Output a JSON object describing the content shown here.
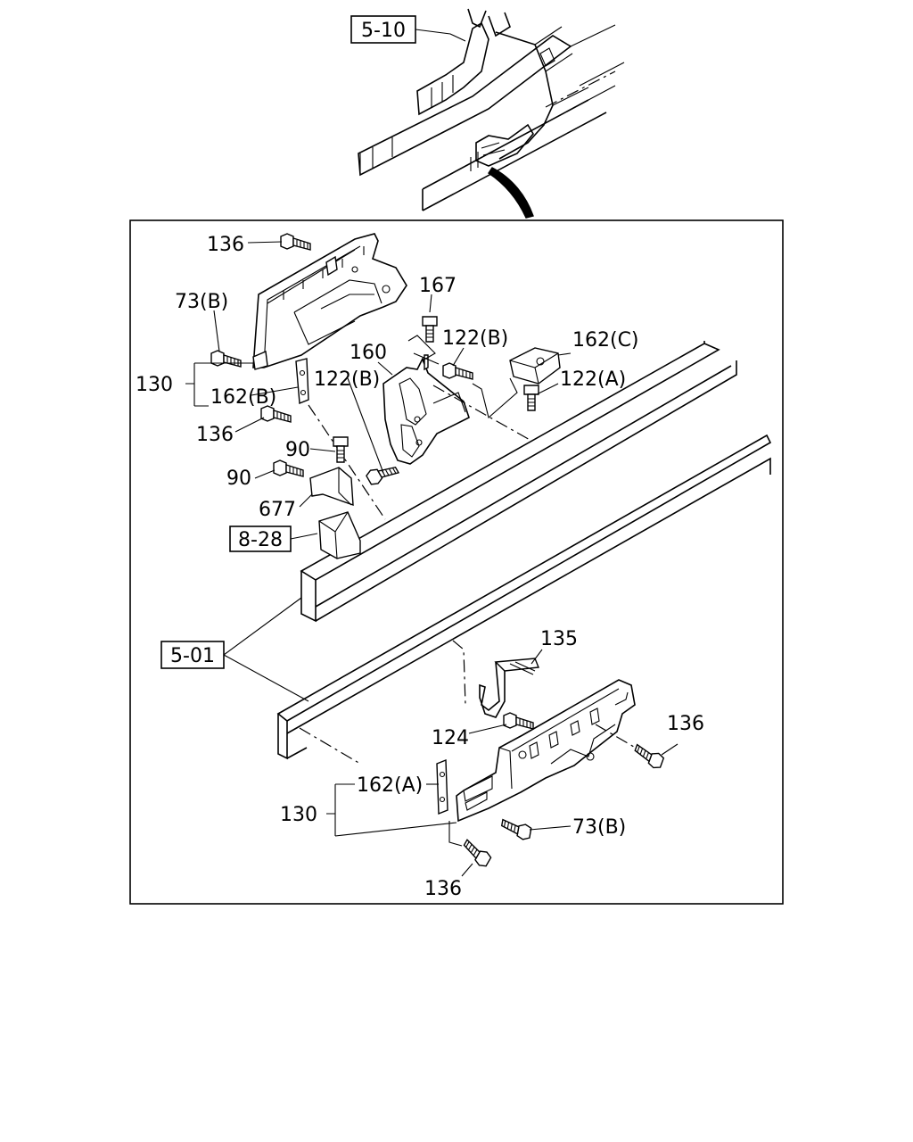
{
  "references": {
    "ref_5_10": "5-10",
    "ref_8_28": "8-28",
    "ref_5_01": "5-01"
  },
  "callouts": {
    "c136_top": "136",
    "c73b_left": "73(B)",
    "c130_left": "130",
    "c162b": "162(B)",
    "c136_mid": "136",
    "c90_top": "90",
    "c90_left": "90",
    "c677": "677",
    "c167": "167",
    "c160": "160",
    "c122b_left": "122(B)",
    "c122b_right": "122(B)",
    "c162c": "162(C)",
    "c122a": "122(A)",
    "c135": "135",
    "c124": "124",
    "c136_right": "136",
    "c162a": "162(A)",
    "c130_bottom": "130",
    "c73b_bottom": "73(B)",
    "c136_bottom": "136"
  }
}
